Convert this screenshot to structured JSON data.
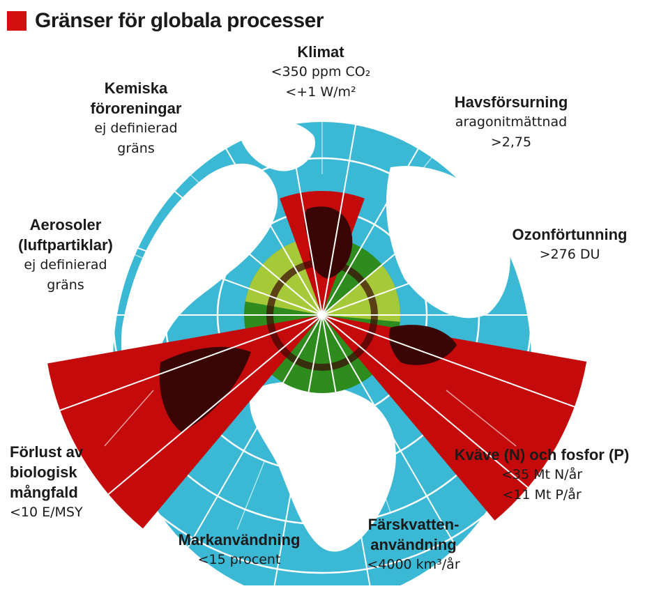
{
  "title": "Gränser för globala processer",
  "colors": {
    "title_square": "#d40f0f",
    "ocean": "#3bb8d3",
    "land": "#ffffff",
    "wedge_red": "#c40a0a",
    "wedge_dark": "#3a0505",
    "safe_zone": "#2e8c1e",
    "safe_zone_light": "#a6c93a",
    "grid": "#ffffff"
  },
  "boundaries": [
    {
      "name": "Klimat",
      "line1": "<350 ppm CO₂",
      "line2": "<+1 W/m²",
      "status": "exceeded"
    },
    {
      "name": "Havsförsurning",
      "line1": "aragonitmättnad",
      "line2": ">2,75",
      "status": "within"
    },
    {
      "name": "Ozonförtunning",
      "line1": ">276 DU",
      "line2": "",
      "status": "within"
    },
    {
      "name": "Kväve (N) och fosfor (P)",
      "line1": "<35 Mt N/år",
      "line2": "<11 Mt P/år",
      "status": "exceeded"
    },
    {
      "name": "Färskvatten-användning",
      "name_a": "Färskvatten-",
      "name_b": "användning",
      "line1": "<4000 km³/år",
      "line2": "",
      "status": "within"
    },
    {
      "name": "Markanvändning",
      "line1": "<15 procent",
      "line2": "",
      "status": "within"
    },
    {
      "name": "Förlust av biologisk mångfald",
      "name_a": "Förlust av",
      "name_b": "biologisk",
      "name_c": "mångfald",
      "line1": "<10 E/MSY",
      "line2": "",
      "status": "exceeded"
    },
    {
      "name": "Aerosoler (luftpartiklar)",
      "name_a": "Aerosoler",
      "name_b": "(luftpartiklar)",
      "line1": "ej definierad",
      "line2": "gräns",
      "status": "undefined"
    },
    {
      "name": "Kemiska föroreningar",
      "name_a": "Kemiska",
      "name_b": "föroreningar",
      "line1": "ej definierad",
      "line2": "gräns",
      "status": "undefined"
    }
  ]
}
